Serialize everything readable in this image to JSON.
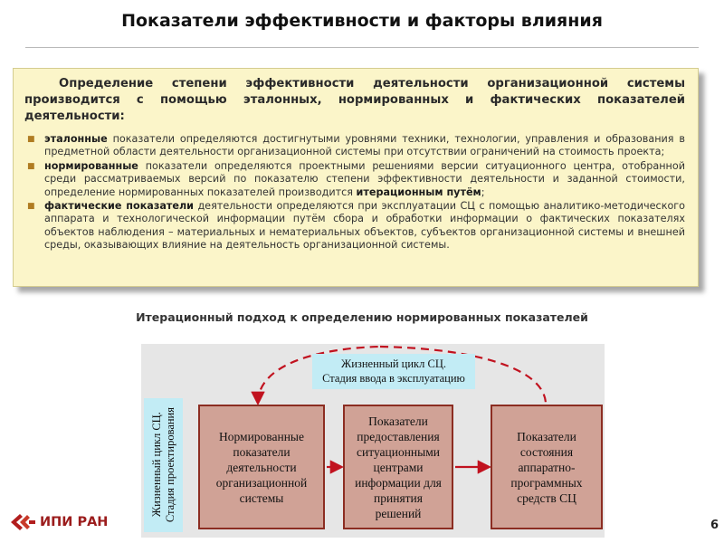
{
  "slide": {
    "title": "Показатели эффективности и факторы влияния",
    "page_number": "6"
  },
  "panel": {
    "intro": "Определение степени эффективности деятельности организационной системы производится с помощью эталонных, нормированных и фактических показателей деятельности:",
    "items": [
      {
        "term": "эталонные",
        "text_before": " показатели определяются достигнутыми уровнями техники, технологии, управления и образования в предметной области деятельности организационной системы при отсутствии ограничений на стоимость проекта;",
        "emphasis": "",
        "text_after": ""
      },
      {
        "term": "нормированные",
        "text_before": " показатели определяются проектными решениями версии ситуационного центра, отобранной среди рассматриваемых версий по показателю степени эффективности деятельности и заданной стоимости, определение нормированных показателей производится ",
        "emphasis": "итерационным путём",
        "text_after": ";"
      },
      {
        "term": "фактические показатели",
        "text_before": " деятельности определяются при эксплуатации СЦ с помощью аналитико-методического аппарата и технологической информации путём сбора и обработки информации о фактических показателях объектов наблюдения – материальных и нематериальных объектов, субъектов организационной системы и внешней среды, оказывающих влияние на деятельность организационной системы.",
        "emphasis": "",
        "text_after": ""
      }
    ]
  },
  "diagram": {
    "title": "Итерационный подход к определению нормированных показателей",
    "stage_label": "Жизненный цикл СЦ.\nСтадия ввода в эксплуатацию",
    "side_label": "Жизненный цикл СЦ.\nСтадия проектирования",
    "boxes": [
      "Нормированные\nпоказатели\nдеятельности\nорганизационной\nсистемы",
      "Показатели\nпредоставления\nситуационными\nцентрами\nинформации для\nпринятия\nрешений",
      "Показатели\nсостояния\nаппаратно-\nпрограммных\nсредств СЦ"
    ],
    "colors": {
      "box_fill": "#d0a296",
      "box_border": "#8c2d22",
      "arrow": "#c1121f",
      "label_fill": "#c2ecf5"
    }
  },
  "logo": {
    "text": "ИПИ РАН",
    "icon": "ipi-ran-emblem-icon"
  }
}
